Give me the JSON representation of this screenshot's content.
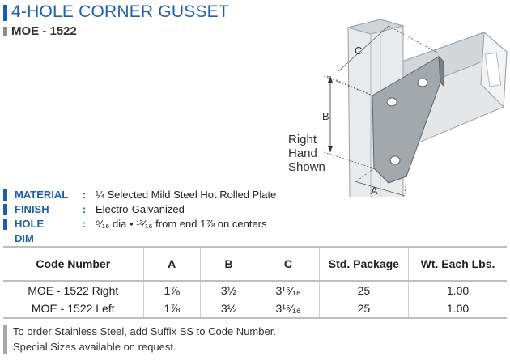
{
  "header": {
    "title": "4-HOLE CORNER GUSSET",
    "subtitle": "MOE - 1522"
  },
  "illustration": {
    "dim_c": "C",
    "dim_b": "B",
    "dim_a": "A",
    "caption_line1": "Right",
    "caption_line2": "Hand",
    "caption_line3": "Shown"
  },
  "specs": [
    {
      "label": "MATERIAL",
      "colon": ":",
      "value": "¼ Selected Mild Steel Hot Rolled Plate"
    },
    {
      "label": "FINISH",
      "colon": ":",
      "value": "Electro-Galvanized"
    },
    {
      "label": "HOLE DIM",
      "colon": ":",
      "value": "⁹⁄₁₆ dia • ¹³⁄₁₆ from end 1⅞ on centers"
    }
  ],
  "table": {
    "headers": [
      "Code Number",
      "A",
      "B",
      "C",
      "Std. Package",
      "Wt. Each Lbs."
    ],
    "rows": [
      [
        "MOE - 1522 Right",
        "1⅞",
        "3½",
        "3¹⁵⁄₁₆",
        "25",
        "1.00"
      ],
      [
        "MOE - 1522 Left",
        "1⅞",
        "3½",
        "3¹⁵⁄₁₆",
        "25",
        "1.00"
      ]
    ]
  },
  "notes": [
    "To order Stainless Steel, add Suffix SS to Code Number.",
    "Special Sizes available on request."
  ],
  "colors": {
    "accent": "#1f5fa8",
    "gray_bar": "#8c8c8c"
  }
}
